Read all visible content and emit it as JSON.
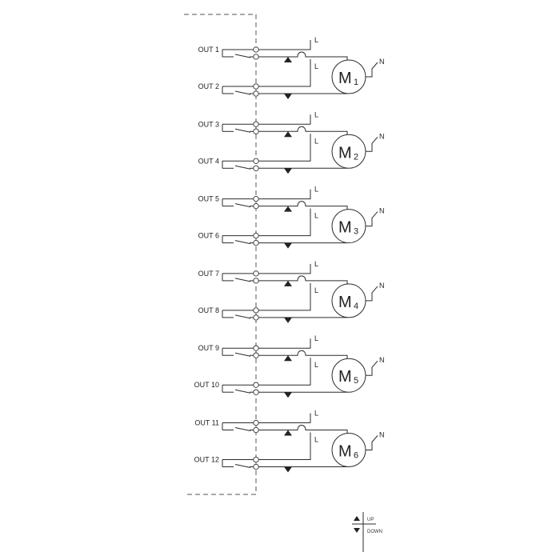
{
  "circuits": [
    {
      "up_output": "OUT 1",
      "down_output": "OUT 2",
      "motor_letter": "M",
      "motor_index": "1",
      "line_label": "L",
      "neutral_label": "N"
    },
    {
      "up_output": "OUT 3",
      "down_output": "OUT 4",
      "motor_letter": "M",
      "motor_index": "2",
      "line_label": "L",
      "neutral_label": "N"
    },
    {
      "up_output": "OUT 5",
      "down_output": "OUT 6",
      "motor_letter": "M",
      "motor_index": "3",
      "line_label": "L",
      "neutral_label": "N"
    },
    {
      "up_output": "OUT 7",
      "down_output": "OUT 8",
      "motor_letter": "M",
      "motor_index": "4",
      "line_label": "L",
      "neutral_label": "N"
    },
    {
      "up_output": "OUT 9",
      "down_output": "OUT 10",
      "motor_letter": "M",
      "motor_index": "5",
      "line_label": "L",
      "neutral_label": "N"
    },
    {
      "up_output": "OUT 11",
      "down_output": "OUT 12",
      "motor_letter": "M",
      "motor_index": "6",
      "line_label": "L",
      "neutral_label": "N"
    }
  ],
  "legend": {
    "up": "UP",
    "down": "DOWN"
  }
}
